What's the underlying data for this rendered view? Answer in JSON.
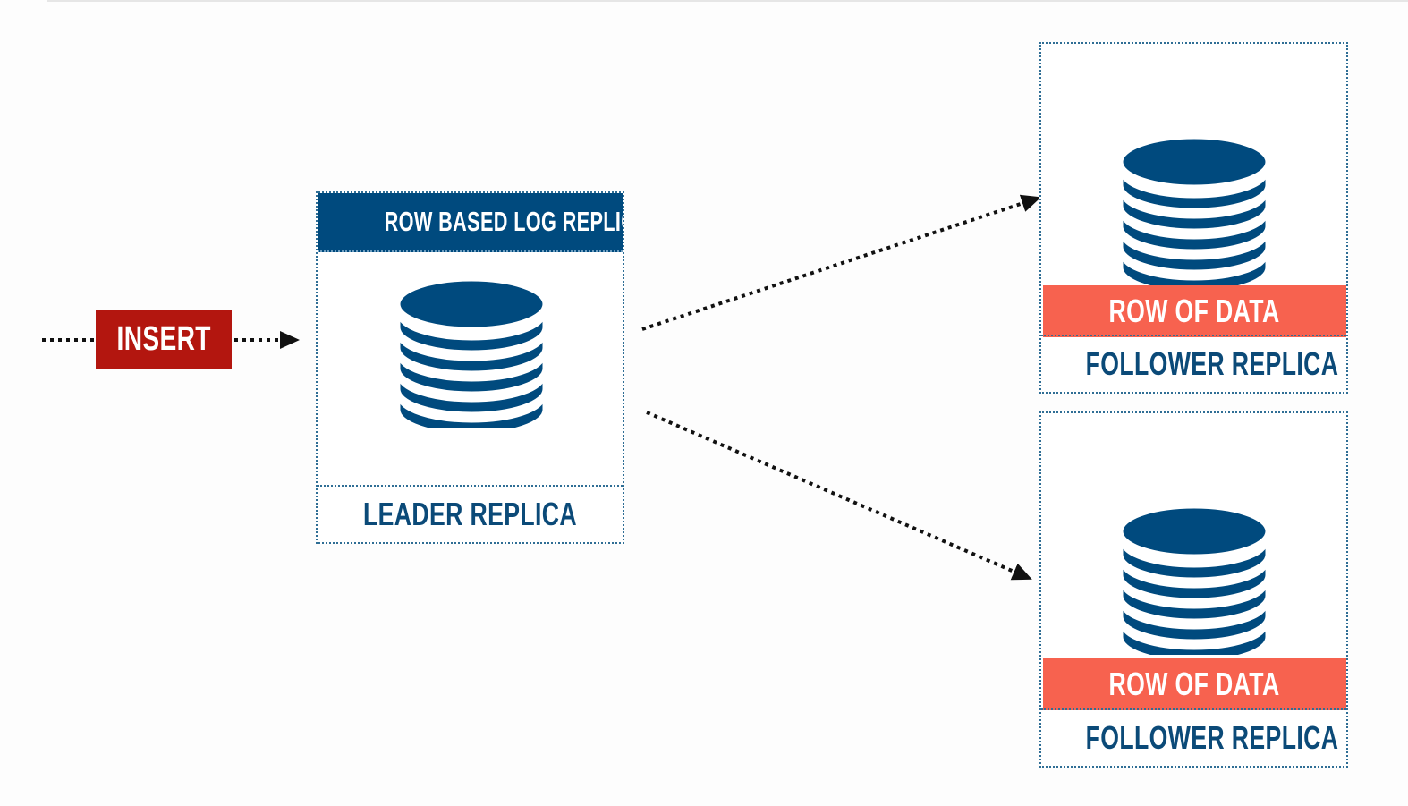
{
  "insert": {
    "label": "INSERT"
  },
  "leader": {
    "header": "ROW BASED LOG REPLICATION",
    "label": "LEADER REPLICA"
  },
  "followers": [
    {
      "row_label": "ROW OF DATA",
      "label": "FOLLOWER REPLICA"
    },
    {
      "row_label": "ROW OF DATA",
      "label": "FOLLOWER REPLICA"
    }
  ],
  "colors": {
    "navy": "#004a7e",
    "text_navy": "#0b4a78",
    "insert_red": "#b3160f",
    "row_coral": "#f7624f",
    "arrow": "#111111"
  },
  "icons": {
    "database": "database-icon",
    "arrow": "arrow-icon"
  }
}
